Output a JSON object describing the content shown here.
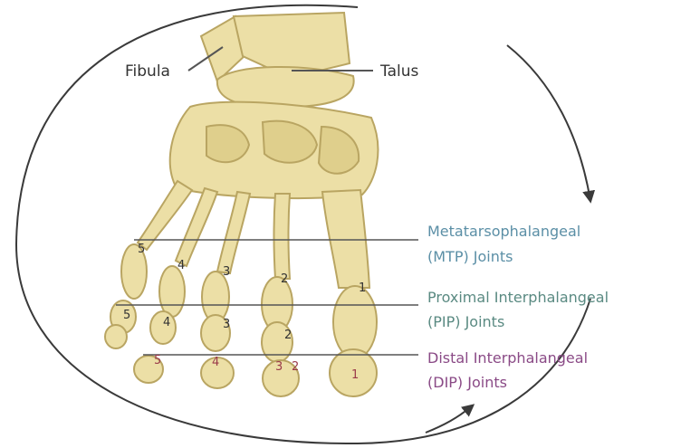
{
  "labels": {
    "fibula": "Fibula",
    "talus": "Talus",
    "mtp_line1": "Metatarsophalangeal",
    "mtp_line2": "(MTP) Joints",
    "pip_line1": "Proximal Interphalangeal",
    "pip_line2": "(PIP) Joints",
    "dip_line1": "Distal Interphalangeal",
    "dip_line2": "(DIP) Joints"
  },
  "joint_numbers": {
    "mtp": [
      "5",
      "4",
      "3",
      "2",
      "1"
    ],
    "pip": [
      "5",
      "4",
      "3",
      "2"
    ],
    "dip": [
      "5",
      "4",
      "3",
      "2",
      "1"
    ]
  },
  "colors": {
    "bone_fill": "#ecdfa6",
    "bone_stroke": "#b9a562",
    "bone_shadow": "#d8c67e",
    "ellipse": "#3a3a3a",
    "text": "#333333",
    "line": "#555555",
    "mtp_text": "#5b8fa6",
    "pip_text": "#5a8a82",
    "dip_text": "#8a4a86",
    "dip_number": "#9a3a4a"
  }
}
